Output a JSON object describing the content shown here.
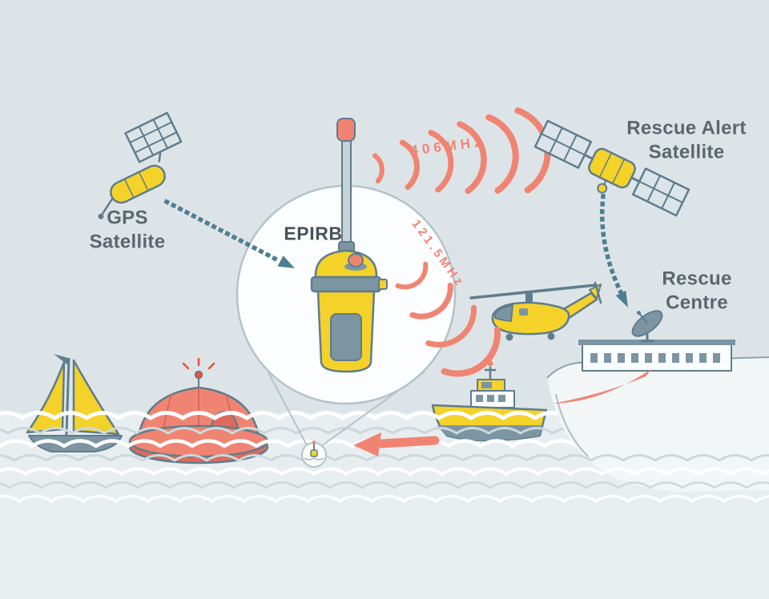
{
  "labels": {
    "gps": [
      "GPS",
      "Satellite"
    ],
    "rescue_alert": [
      "Rescue Alert",
      "Satellite"
    ],
    "rescue_centre": [
      "Rescue",
      "Centre"
    ],
    "epirb": "EPIRB",
    "freq_406": "406MHz",
    "freq_121": "121.5MHz"
  },
  "colors": {
    "background": "#dde4e8",
    "sea": "#e8edef",
    "yellow": "#f5d229",
    "salmon": "#f08472",
    "salmon_dark": "#dd6a5c",
    "red": "#ee4f38",
    "slate_outline": "#5e7d8d",
    "steel": "#7b95a3",
    "panel_light": "#dbe4e8",
    "teal_dotted": "#4e7e93",
    "cliff": "#f2f6f7",
    "wave_gray": "#cdd8dc",
    "text": "#5c666d",
    "text_dark": "#47525a"
  }
}
